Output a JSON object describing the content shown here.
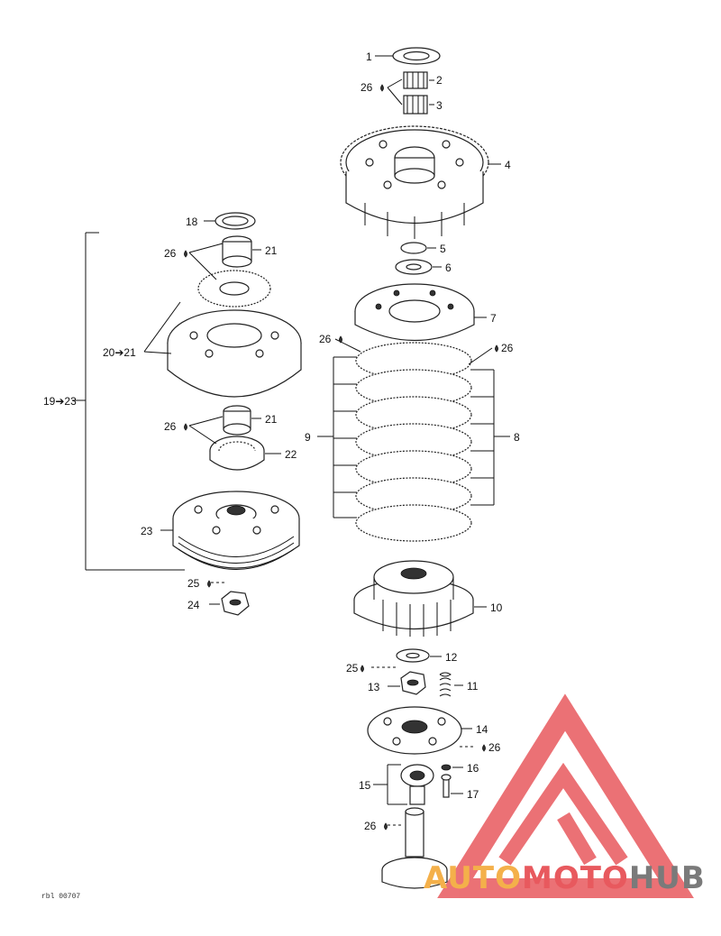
{
  "labels": {
    "p1": "1",
    "p2": "2",
    "p3": "3",
    "p4": "4",
    "p5": "5",
    "p6": "6",
    "p7": "7",
    "p8": "8",
    "p9": "9",
    "p10": "10",
    "p11": "11",
    "p12": "12",
    "p13": "13",
    "p14": "14",
    "p15": "15",
    "p16": "16",
    "p17": "17",
    "p18": "18",
    "p21a": "21",
    "p21b": "21",
    "p22": "22",
    "p23": "23",
    "p24": "24",
    "p25a": "25",
    "p25b": "25",
    "p26a": "26",
    "p26b": "26",
    "p26c": "26",
    "p26d": "26",
    "p26e": "26",
    "p26f": "26",
    "p26g": "26",
    "p20_21": "20➔21",
    "p19_23": "19➔23"
  },
  "drawing_code": "rbl 00707",
  "watermark": {
    "part1": "AUTO",
    "part2": "MOTO",
    "part3": "HUB",
    "color_orange": "#f4b04a",
    "color_red": "#e8595e",
    "color_gray": "#7a7a7a"
  }
}
